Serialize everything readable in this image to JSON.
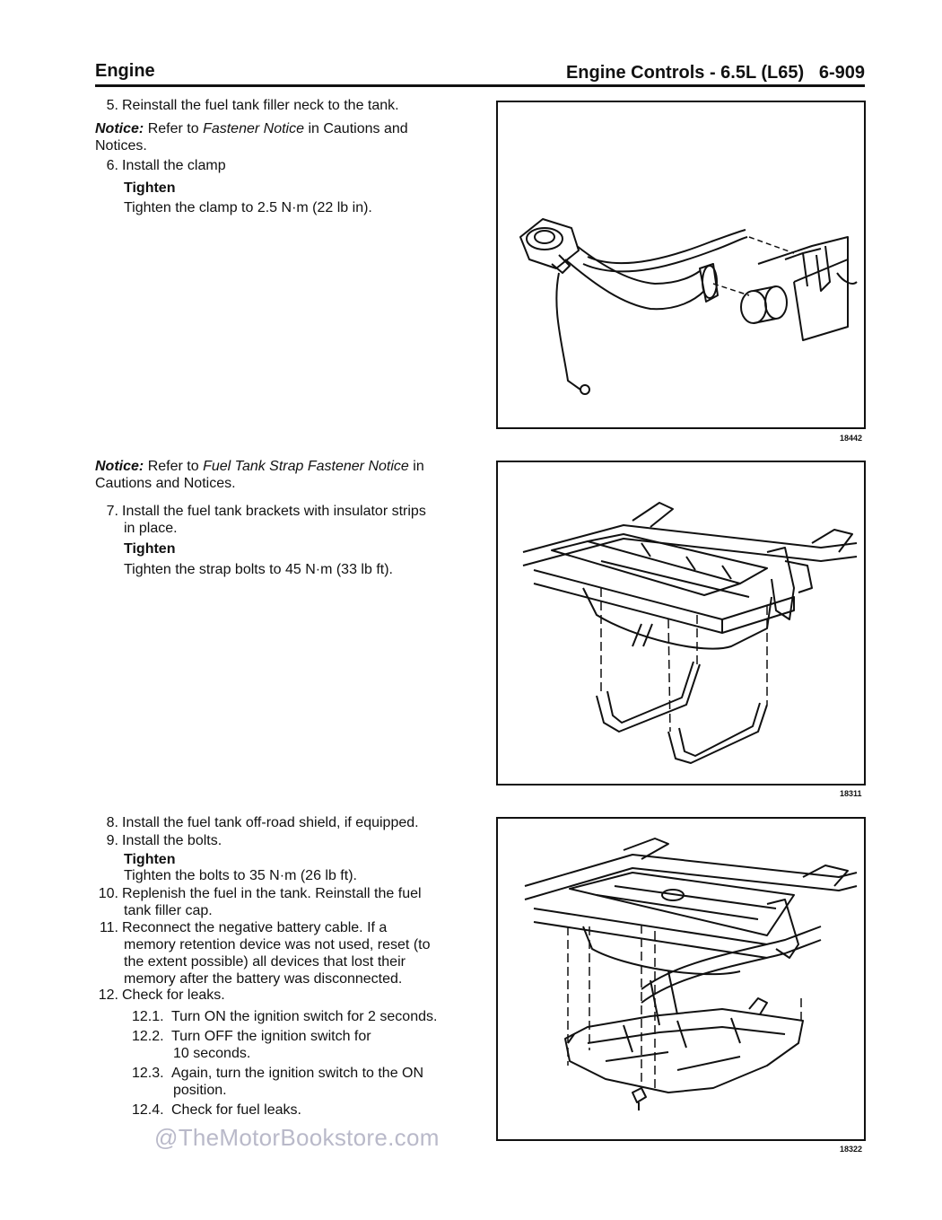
{
  "header": {
    "section": "Engine",
    "title": "Engine Controls - 6.5L (L65)",
    "page": "6-909"
  },
  "block1": {
    "step5": {
      "num": "5.",
      "text": "Reinstall the fuel tank filler neck to the tank."
    },
    "notice": {
      "label": "Notice:",
      "pre": "Refer to",
      "ref": "Fastener Notice",
      "post_line1": "in Cautions and",
      "post_line2": "Notices."
    },
    "step6": {
      "num": "6.",
      "text": "Install the clamp"
    },
    "tighten_label": "Tighten",
    "tighten_text": "Tighten the clamp to 2.5 N·m (22 lb in)."
  },
  "block2": {
    "notice": {
      "label": "Notice:",
      "pre": "Refer to",
      "ref": "Fuel Tank Strap Fastener Notice",
      "post_line1": "in",
      "post_line2": "Cautions and Notices."
    },
    "step7": {
      "num": "7.",
      "line1": "Install the fuel tank brackets with insulator strips",
      "line2": "in place."
    },
    "tighten_label": "Tighten",
    "tighten_text": "Tighten the strap bolts to 45 N·m (33 lb ft)."
  },
  "block3": {
    "step8": {
      "num": "8.",
      "text": "Install the fuel tank off-road shield, if equipped."
    },
    "step9": {
      "num": "9.",
      "text": "Install the bolts."
    },
    "tighten_label": "Tighten",
    "tighten_text": "Tighten the bolts to 35 N·m (26 lb ft).",
    "step10": {
      "num": "10.",
      "line1": "Replenish the fuel in the tank. Reinstall the fuel",
      "line2": "tank filler cap."
    },
    "step11": {
      "num": "11.",
      "line1": "Reconnect the negative battery cable. If a",
      "line2": "memory retention device was not used, reset (to",
      "line3": "the extent possible) all devices that lost their",
      "line4": "memory after the battery was disconnected."
    },
    "step12": {
      "num": "12.",
      "text": "Check for leaks."
    },
    "sub1": {
      "num": "12.1.",
      "text": "Turn ON the ignition switch for 2 seconds."
    },
    "sub2": {
      "num": "12.2.",
      "line1": "Turn OFF the ignition switch for",
      "line2": "10 seconds."
    },
    "sub3": {
      "num": "12.3.",
      "line1": "Again, turn the ignition switch to the ON",
      "line2": "position."
    },
    "sub4": {
      "num": "12.4.",
      "text": "Check for fuel leaks."
    }
  },
  "figures": {
    "fig1_id": "18442",
    "fig2_id": "18311",
    "fig3_id": "18322"
  },
  "watermark": "@TheMotorBookstore.com"
}
